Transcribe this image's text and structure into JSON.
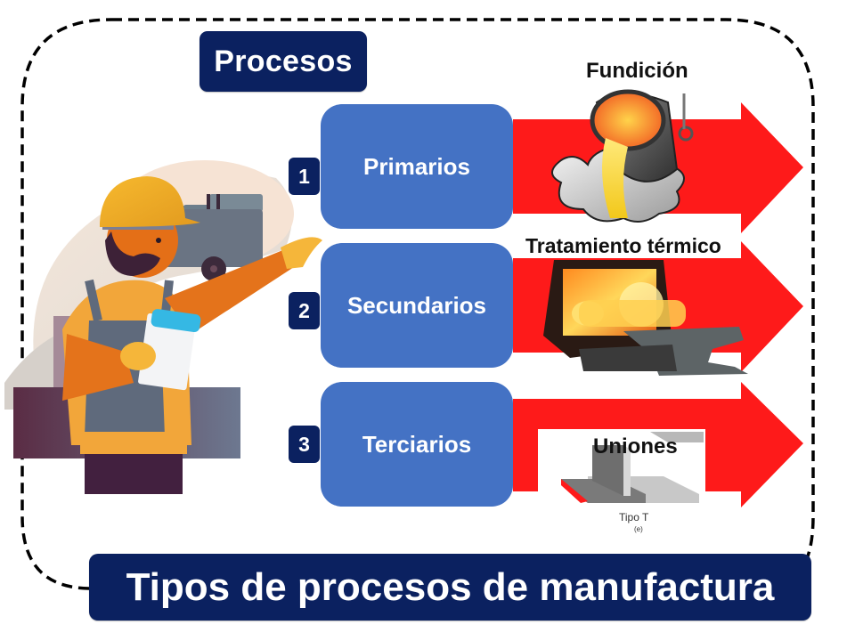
{
  "header": {
    "label": "Procesos"
  },
  "title": "Tipos de procesos de manufactura",
  "stages": [
    {
      "number": "1",
      "label": "Primarios",
      "process": "Fundición"
    },
    {
      "number": "2",
      "label": "Secundarios",
      "process": "Tratamiento térmico"
    },
    {
      "number": "3",
      "label": "Terciarios",
      "process": "Uniones"
    }
  ],
  "union_caption": {
    "type": "Tipo T",
    "ref": "(e)"
  },
  "colors": {
    "navy": "#0b2160",
    "stage_blue": "#4472c4",
    "arrow_red": "#fe1a1a",
    "frame": "#000000"
  }
}
